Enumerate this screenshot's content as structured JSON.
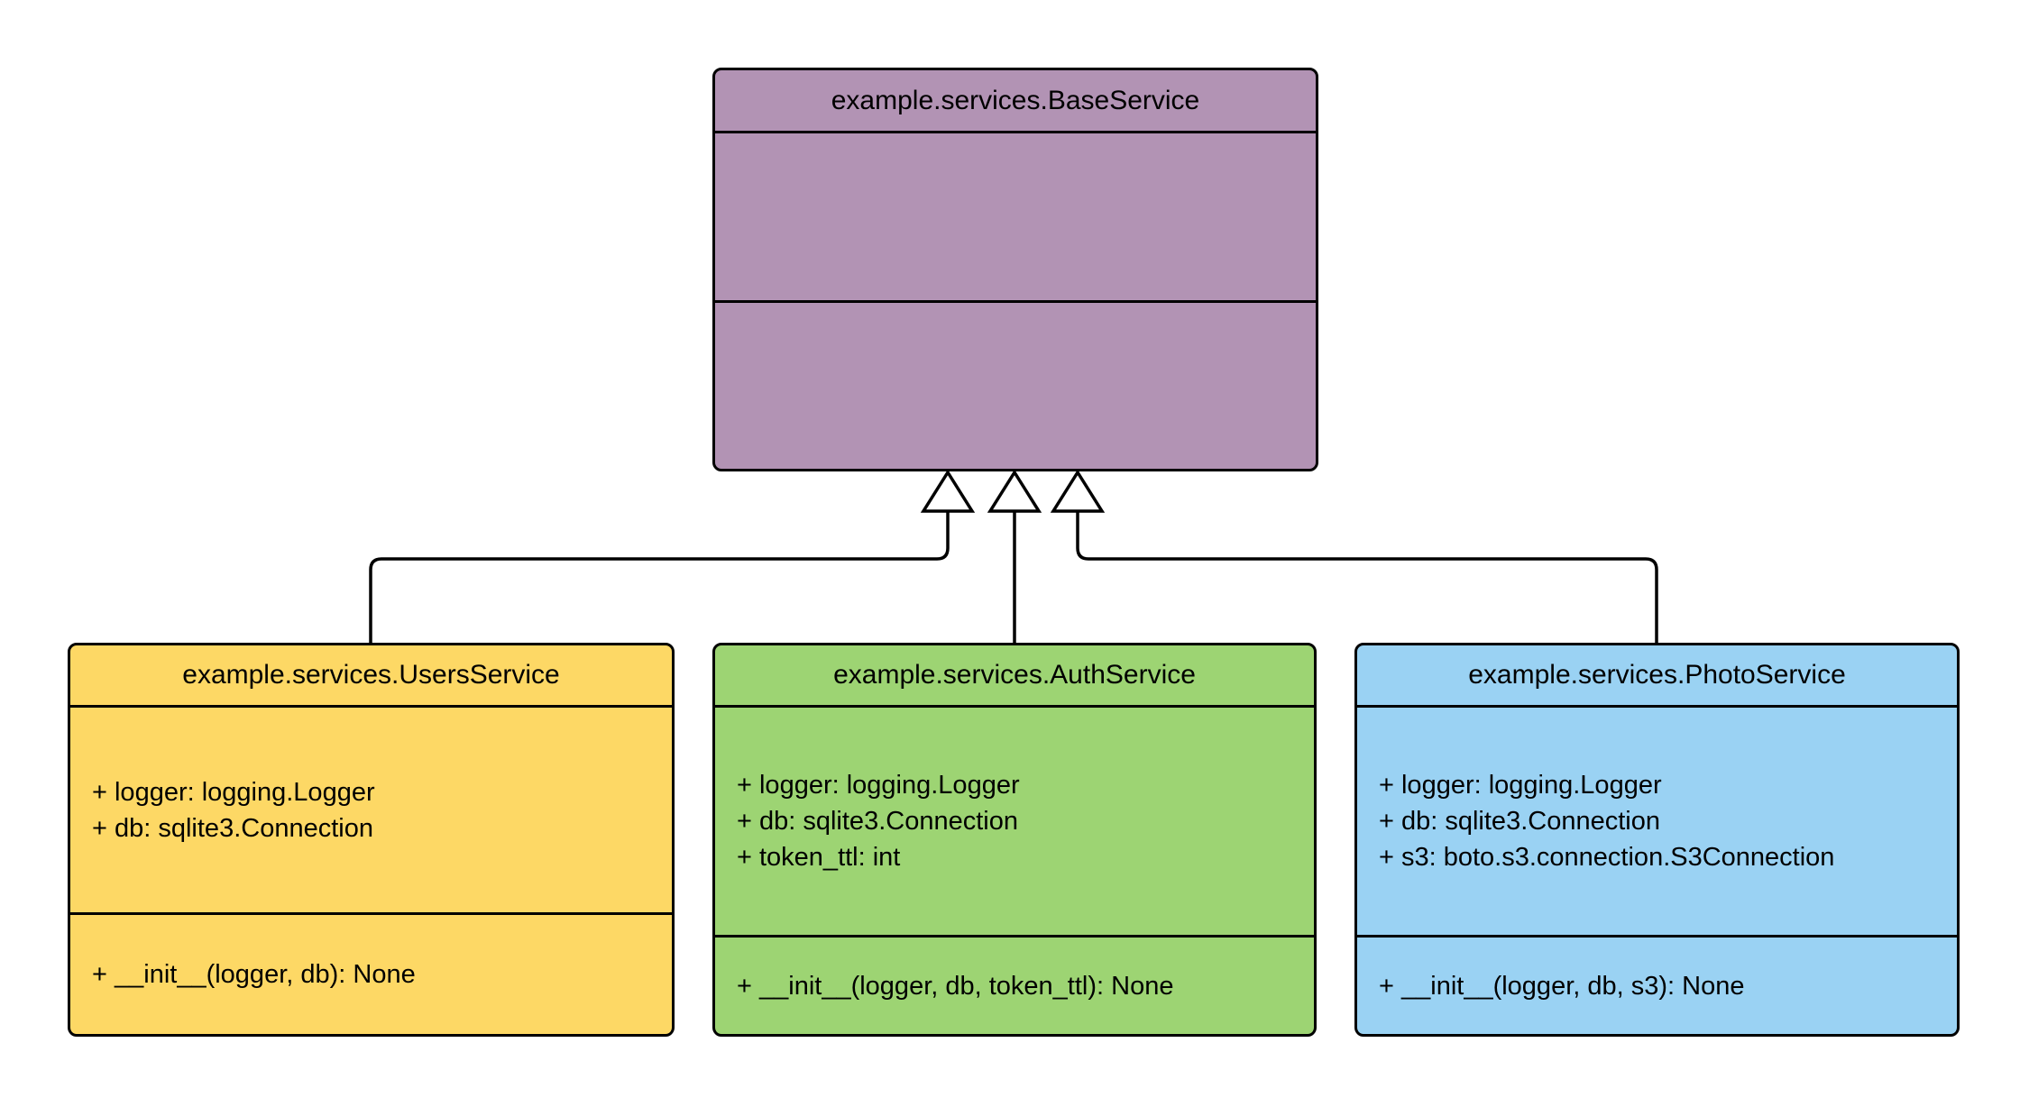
{
  "diagram": {
    "type": "uml-class-diagram",
    "background_color": "#ffffff",
    "stroke_color": "#000000",
    "classes": [
      {
        "name": "example.services.BaseService",
        "fill": "#b293b4",
        "attributes": [],
        "methods": []
      },
      {
        "name": "example.services.UsersService",
        "fill": "#fdd865",
        "attributes": [
          "+ logger: logging.Logger",
          "+ db: sqlite3.Connection"
        ],
        "methods": [
          "+ __init__(logger, db): None"
        ]
      },
      {
        "name": "example.services.AuthService",
        "fill": "#9dd473",
        "attributes": [
          "+ logger: logging.Logger",
          "+ db: sqlite3.Connection",
          "+ token_ttl: int"
        ],
        "methods": [
          "+ __init__(logger, db, token_ttl): None"
        ]
      },
      {
        "name": "example.services.PhotoService",
        "fill": "#9ad2f3",
        "attributes": [
          "+ logger: logging.Logger",
          "+ db: sqlite3.Connection",
          "+ s3: boto.s3.connection.S3Connection"
        ],
        "methods": [
          "+ __init__(logger, db, s3): None"
        ]
      }
    ],
    "relations": [
      {
        "from": "example.services.UsersService",
        "to": "example.services.BaseService",
        "type": "inheritance"
      },
      {
        "from": "example.services.AuthService",
        "to": "example.services.BaseService",
        "type": "inheritance"
      },
      {
        "from": "example.services.PhotoService",
        "to": "example.services.BaseService",
        "type": "inheritance"
      }
    ]
  }
}
